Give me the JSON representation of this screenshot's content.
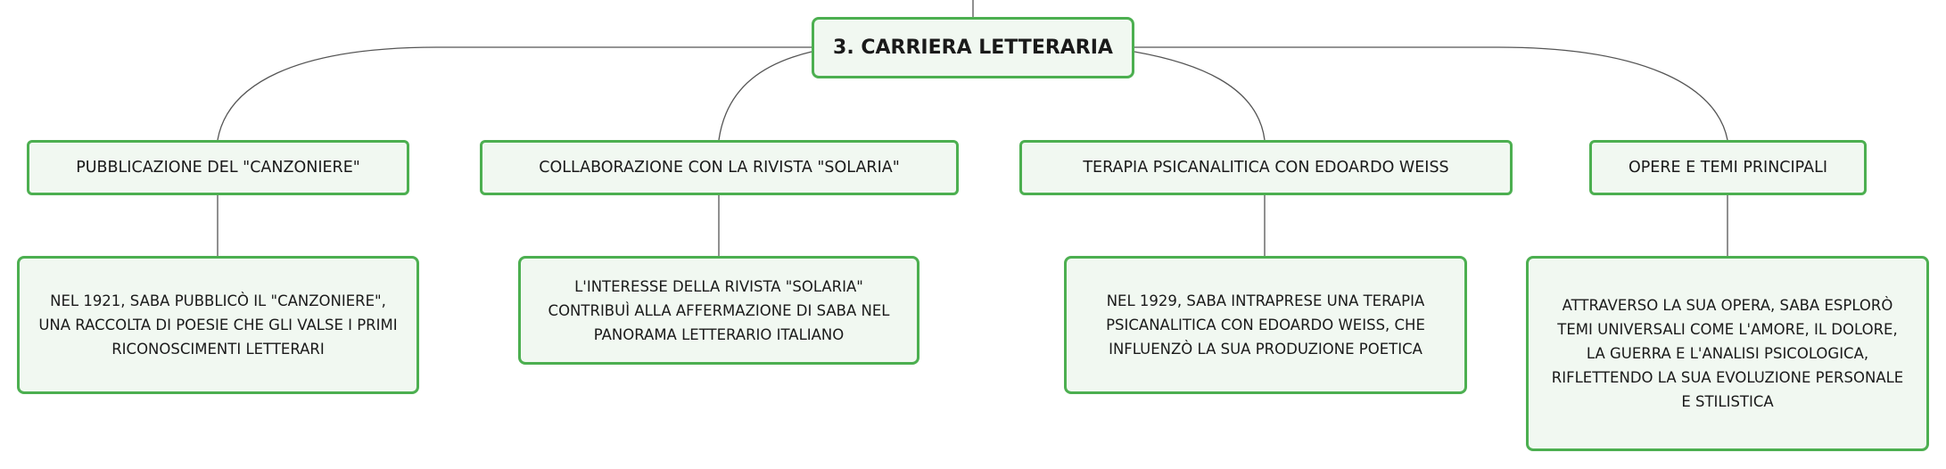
{
  "root": {
    "label": "3. CARRIERA LETTERARIA"
  },
  "topics": [
    {
      "label": "PUBBLICAZIONE DEL \"CANZONIERE\"",
      "detail": "NEL 1921, SABA PUBBLICÒ IL \"CANZONIERE\", UNA RACCOLTA DI POESIE CHE GLI VALSE I PRIMI RICONOSCIMENTI LETTERARI"
    },
    {
      "label": "COLLABORAZIONE CON LA RIVISTA \"SOLARIA\"",
      "detail": "L'INTERESSE DELLA RIVISTA \"SOLARIA\" CONTRIBUÌ ALLA AFFERMAZIONE DI SABA NEL PANORAMA LETTERARIO ITALIANO"
    },
    {
      "label": "TERAPIA PSICANALITICA CON EDOARDO WEISS",
      "detail": "NEL 1929, SABA INTRAPRESE UNA TERAPIA PSICANALITICA CON EDOARDO WEISS, CHE INFLUENZÒ LA SUA PRODUZIONE POETICA"
    },
    {
      "label": "OPERE E TEMI PRINCIPALI",
      "detail": "ATTRAVERSO LA SUA OPERA, SABA ESPLORÒ TEMI UNIVERSALI COME L'AMORE, IL DOLORE, LA GUERRA E L'ANALISI PSICOLOGICA, RIFLETTENDO LA SUA EVOLUZIONE PERSONALE E STILISTICA"
    }
  ],
  "colors": {
    "node_border": "#4caf50",
    "node_fill": "#f1f8f1",
    "connector": "#555555"
  }
}
